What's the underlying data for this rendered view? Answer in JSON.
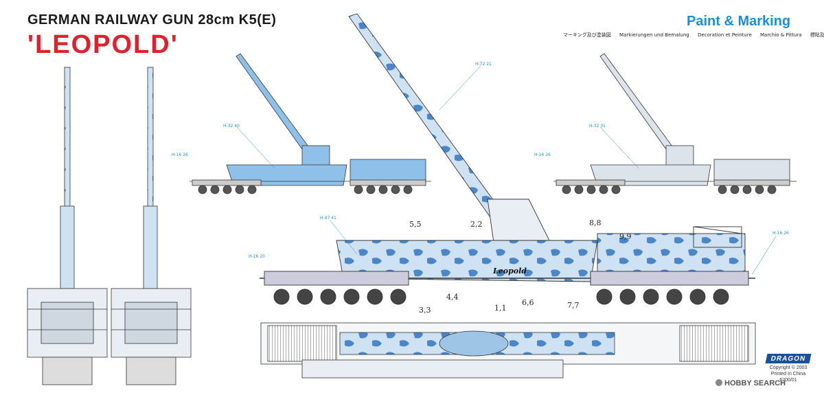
{
  "header": {
    "title": "GERMAN RAILWAY GUN 28cm K5(E)",
    "subtitle": "'LEOPOLD'",
    "paint_marking": "Paint & Marking",
    "languages": [
      "マーキング及び塗装図",
      "Markierungen und Bemalung",
      "Decoration et Peinture",
      "Marchio & Pittura",
      "標貼及着色指示"
    ]
  },
  "callouts": [
    "H-72 21",
    "H-32 40",
    "H-16 26",
    "H-32 31",
    "H-16 26",
    "H-47 41",
    "H-16 20",
    "H-16 26"
  ],
  "markers": [
    "5,5",
    "2,2",
    "8,8",
    "9,9",
    "3,3",
    "4,4",
    "1,1",
    "6,6",
    "7,7"
  ],
  "vehicle_text": {
    "name": "Leopold"
  },
  "footer": {
    "brand": "DRAGON",
    "copyright": "Copyright © 2003",
    "printed": "Printed In China",
    "code": "6200/01",
    "watermark": "HOBBY SEARCH"
  },
  "colors": {
    "accent": "#1d8fd1",
    "title_red": "#e0202a",
    "camo_blue": "#4a86c8",
    "camo_light": "#cfe2f3"
  }
}
